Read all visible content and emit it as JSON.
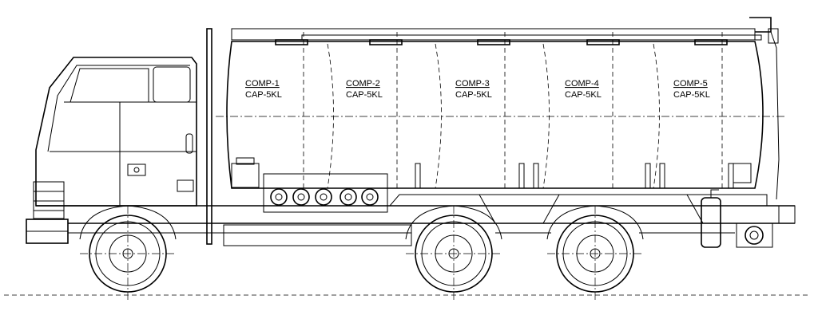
{
  "compartments": [
    {
      "name": "COMP-1",
      "capacity": "CAP-5KL"
    },
    {
      "name": "COMP-2",
      "capacity": "CAP-5KL"
    },
    {
      "name": "COMP-3",
      "capacity": "CAP-5KL"
    },
    {
      "name": "COMP-4",
      "capacity": "CAP-5KL"
    },
    {
      "name": "COMP-5",
      "capacity": "CAP-5KL"
    }
  ]
}
